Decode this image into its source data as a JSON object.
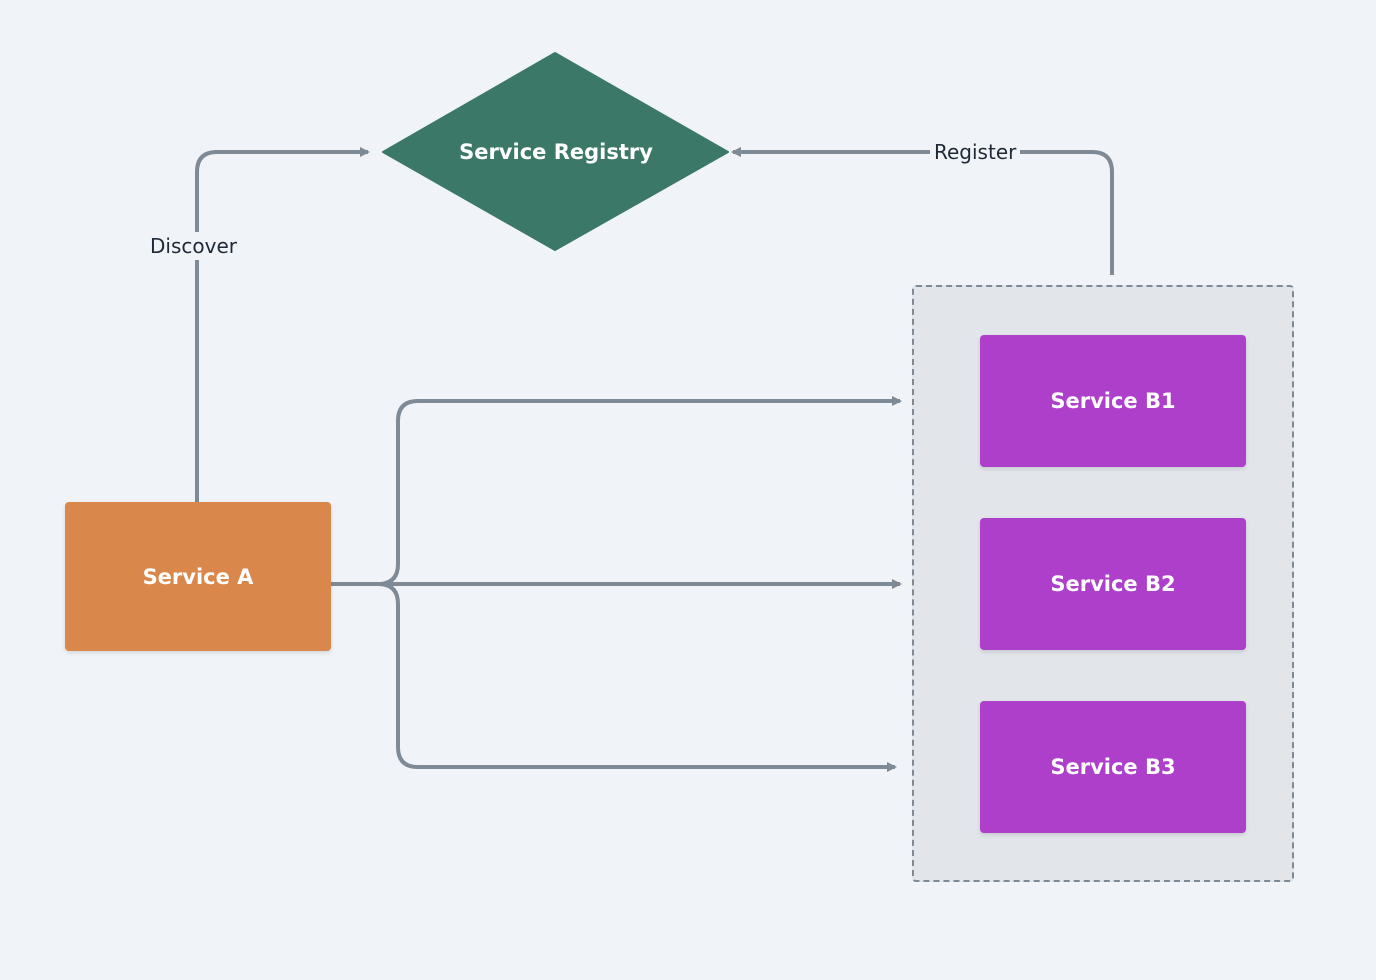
{
  "nodes": {
    "service_a": "Service A",
    "service_registry": "Service Registry",
    "service_b1": "Service B1",
    "service_b2": "Service B2",
    "service_b3": "Service B3"
  },
  "edges": {
    "discover": "Discover",
    "register": "Register"
  },
  "colors": {
    "background": "#f0f4f8",
    "service_a": "#d9874a",
    "registry": "#3c7868",
    "service_b": "#ad3fca",
    "group": "#e2e6ea",
    "connector": "#7f8a97"
  }
}
